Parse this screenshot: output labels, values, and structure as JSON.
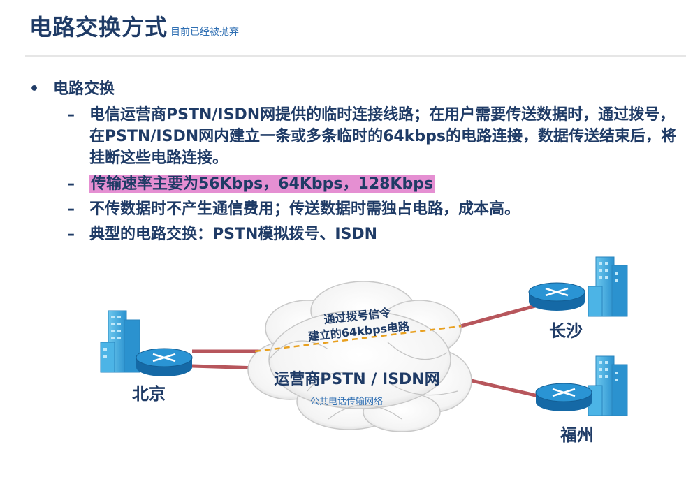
{
  "header": {
    "title": "电路交换方式",
    "subtitle": "目前已经被抛弃"
  },
  "content": {
    "bullet": "•",
    "heading": "电路交换",
    "dash": "–",
    "items": [
      "电信运营商PSTN/ISDN网提供的临时连接线路；在用户需要传送数据时，通过拨号，在PSTN/ISDN网内建立一条或多条临时的64kbps的电路连接，数据传送结束后，将挂断这些电路连接。",
      "传输速率主要为56Kbps，64Kbps，128Kbps",
      "不传数据时不产生通信费用；传送数据时需独占电路，成本高。",
      "典型的电路交换：PSTN模拟拨号、ISDN"
    ],
    "highlight_color": "#e58fd2"
  },
  "diagram": {
    "cloud_label": "运营商PSTN / ISDN网",
    "cloud_sublabel": "公共电话传输网络",
    "dial_note_line1": "通过拨号信令",
    "dial_note_line2": "建立的64kbps电路",
    "nodes": {
      "beijing": "北京",
      "changsha": "长沙",
      "fuzhou": "福州"
    },
    "colors": {
      "text_primary": "#1f3b66",
      "accent": "#2f6fb3",
      "link": "#b7565c",
      "dashed": "#e8a020",
      "router": "#1e88c8",
      "building": "#3aa8dc"
    }
  }
}
